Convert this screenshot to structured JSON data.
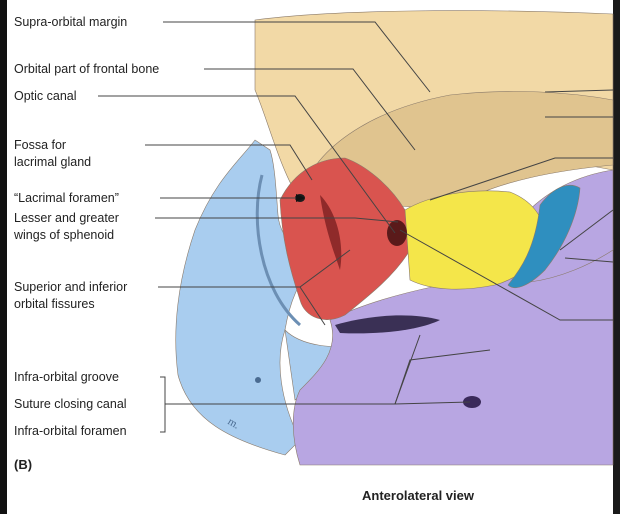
{
  "labels": {
    "supra_orbital_margin": "Supra-orbital margin",
    "orbital_part_frontal": "Orbital part of frontal bone",
    "optic_canal": "Optic canal",
    "fossa_lacrimal": [
      "Fossa for",
      "lacrimal gland"
    ],
    "lacrimal_foramen": "“Lacrimal foramen”",
    "sphenoid_wings": [
      "Lesser and greater",
      "wings of sphenoid"
    ],
    "orbital_fissures": [
      "Superior and inferior",
      "orbital fissures"
    ],
    "infra_orbital_groove": "Infra-orbital groove",
    "suture_closing_canal": "Suture closing canal",
    "infra_orbital_foramen": "Infra-orbital foramen"
  },
  "panel_letter": "(B)",
  "view_title": "Anterolateral view",
  "colors": {
    "frontal": "#f2d9a6",
    "roof": "#e0c48f",
    "zygomatic": "#a9cdef",
    "sphenoid": "#d9544f",
    "ethmoid": "#f4e64a",
    "maxilla": "#b8a6e2",
    "lacrimal": "#2f8fbf",
    "leader": "#444444"
  }
}
